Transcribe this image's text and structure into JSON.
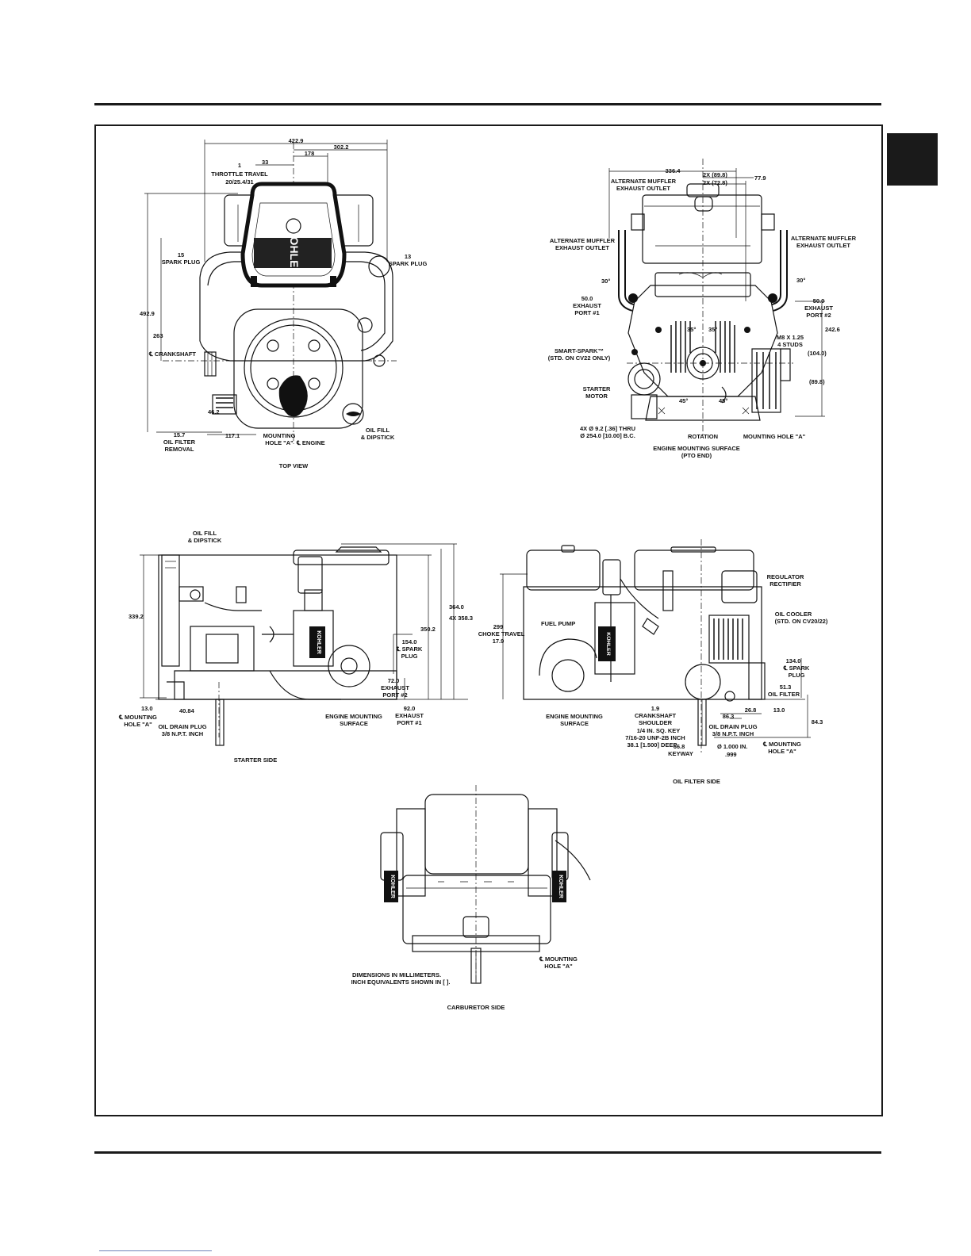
{
  "top_view": {
    "caption": "TOP VIEW",
    "dim_overall": "422.9",
    "dim_302": "302.2",
    "dim_178": "178",
    "dim_33": "33",
    "throttle_num": "1",
    "throttle_label": "THROTTLE TRAVEL",
    "throttle_vals": "20/25.4/31",
    "spark15_num": "15",
    "spark15_label": "SPARK PLUG",
    "spark13_num": "13",
    "spark13_label": "SPARK PLUG",
    "dim_492": "492.9",
    "dim_263": "263",
    "crankshaft": "℄ CRANKSHAFT",
    "dim_46": "46.2",
    "oilfilter_num": "15.7",
    "oilfilter_l1": "OIL FILTER",
    "oilfilter_l2": "REMOVAL",
    "dim_117": "117.1",
    "mount_l1": "MOUNTING",
    "mount_l2": "HOLE \"A\"",
    "engine_cl": "℄ ENGINE",
    "oilfill_l1": "OIL FILL",
    "oilfill_l2": "& DIPSTICK",
    "brand": "KOHLER"
  },
  "pto_view": {
    "caption_l1": "ENGINE MOUNTING SURFACE",
    "caption_l2": "(PTO END)",
    "dim_336": "336.4",
    "dim_2x89": "2X (89.8)",
    "dim_2x72": "2X (72.8)",
    "dim_77": "77.9",
    "alt_top_l1": "ALTERNATE MUFFLER",
    "alt_top_l2": "EXHAUST OUTLET",
    "alt_left_l1": "ALTERNATE MUFFLER",
    "alt_left_l2": "EXHAUST OUTLET",
    "alt_right_l1": "ALTERNATE MUFFLER",
    "alt_right_l2": "EXHAUST OUTLET",
    "angle_30a": "30°",
    "angle_30b": "30°",
    "ex1_num": "50.0",
    "ex1_l1": "EXHAUST",
    "ex1_l2": "PORT #1",
    "ex2_num": "50.0",
    "ex2_l1": "EXHAUST",
    "ex2_l2": "PORT #2",
    "dim_242": "242.6",
    "studs_l1": "M8 X 1.25",
    "studs_l2": "4 STUDS",
    "dim_104": "(104.0)",
    "dim_89": "(89.8)",
    "smart_l1": "SMART-SPARK™",
    "smart_l2": "(STD. ON CV22 ONLY)",
    "starter_l1": "STARTER",
    "starter_l2": "MOTOR",
    "angle_35a": "35°",
    "angle_35b": "35°",
    "angle_45a": "45°",
    "angle_45b": "45°",
    "holes_l1": "4X Ø 9.2 [.36] THRU",
    "holes_l2": "Ø 254.0 [10.00] B.C.",
    "rotation": "ROTATION",
    "mount": "MOUNTING HOLE \"A\""
  },
  "starter_side": {
    "caption": "STARTER SIDE",
    "oilfill_l1": "OIL FILL",
    "oilfill_l2": "& DIPSTICK",
    "dim_339": "339.2",
    "dim_364": "364.0",
    "dim_4x358": "4X 358.3",
    "dim_350": "350.2",
    "spark_num": "154.0",
    "spark_l1": "℄ SPARK",
    "spark_l2": "PLUG",
    "ex2_num": "72.0",
    "ex2_l1": "EXHAUST",
    "ex2_l2": "PORT #2",
    "ex1_num": "92.0",
    "ex1_l1": "EXHAUST",
    "ex1_l2": "PORT #1",
    "dim_13": "13.0",
    "dim_40": "40.84",
    "mount_l1": "℄ MOUNTING",
    "mount_l2": "HOLE \"A\"",
    "drain_l1": "OIL DRAIN PLUG",
    "drain_l2": "3/8 N.P.T. INCH",
    "ems_l1": "ENGINE MOUNTING",
    "ems_l2": "SURFACE"
  },
  "oil_filter_side": {
    "caption": "OIL FILTER SIDE",
    "reg_l1": "REGULATOR",
    "reg_l2": "RECTIFIER",
    "cooler_l1": "OIL COOLER",
    "cooler_l2": "(STD. ON CV20/22)",
    "choke_num": "299",
    "choke_l1": "CHOKE TRAVEL",
    "choke_val": "17.9",
    "fuel_pump": "FUEL PUMP",
    "spark_num": "134.0",
    "spark_l1": "℄ SPARK",
    "spark_l2": "PLUG",
    "filter_num": "51.3",
    "filter_l1": "OIL FILTER",
    "dim_13": "13.0",
    "dim_84": "84.3",
    "dim_26": "26.8",
    "dim_86": "86.3",
    "dim_1_9": "1.9",
    "shoulder_l1": "CRANKSHAFT",
    "shoulder_l2": "SHOULDER",
    "key_l1": "1/4 IN. SQ. KEY",
    "key_l2": "7/16-20 UNF-2B INCH",
    "key_l3": "38.1 [1.500] DEEP",
    "keyway_num": "66.8",
    "keyway": "KEYWAY",
    "shaft_dia": "Ø 1.000 IN.",
    "shaft_dia2": ".999",
    "ems_l1": "ENGINE MOUNTING",
    "ems_l2": "SURFACE",
    "drain_l1": "OIL DRAIN PLUG",
    "drain_l2": "3/8 N.P.T. INCH",
    "mount_l1": "℄ MOUNTING",
    "mount_l2": "HOLE \"A\""
  },
  "carb_side": {
    "caption": "CARBURETOR SIDE",
    "note_l1": "DIMENSIONS IN MILLIMETERS.",
    "note_l2": "INCH EQUIVALENTS SHOWN IN [  ].",
    "mount_l1": "℄ MOUNTING",
    "mount_l2": "HOLE \"A\"",
    "brand_a": "KOHLER",
    "brand_b": "KOHLER"
  }
}
